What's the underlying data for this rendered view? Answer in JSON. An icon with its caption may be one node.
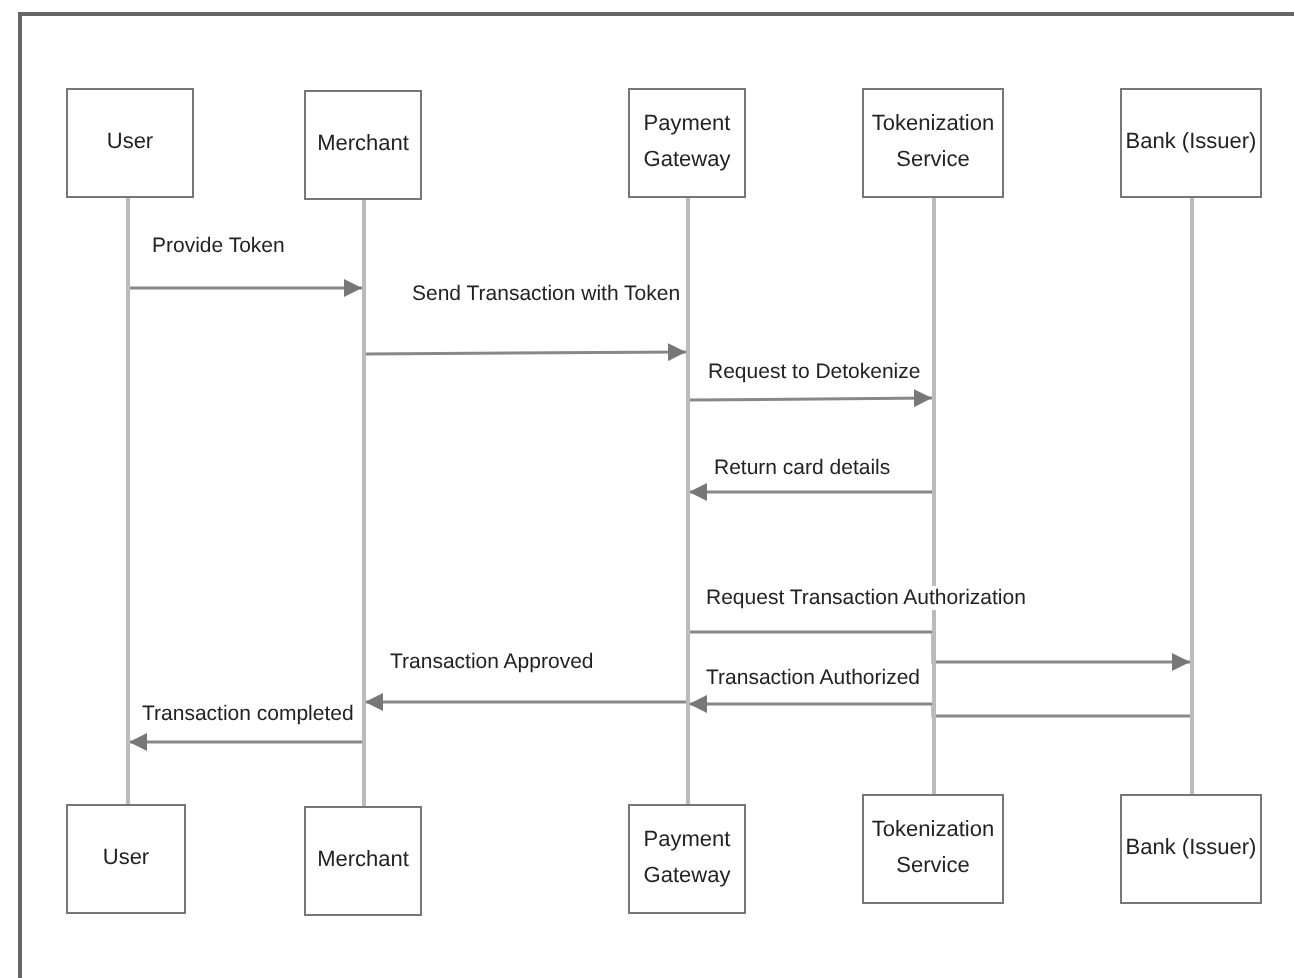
{
  "diagram": {
    "nodes": [
      {
        "text": [
          "User"
        ]
      },
      {
        "text": [
          "Merchant"
        ]
      },
      {
        "text": [
          "Payment Gateway"
        ]
      },
      {
        "text": [
          "Tokenization Service"
        ]
      },
      {
        "text": [
          "Bank (Issuer)"
        ]
      },
      {
        "text": [],
        "shape": "bar"
      },
      {
        "text": [],
        "shape": "bar"
      },
      {
        "text": [],
        "shape": "bar"
      },
      {
        "text": [],
        "shape": "bar"
      },
      {
        "text": [],
        "shape": "bar"
      },
      {
        "text": [
          "User"
        ]
      },
      {
        "text": [
          "Merchant"
        ]
      },
      {
        "text": [
          "Payment Gateway"
        ]
      },
      {
        "text": [
          "Tokenization Service"
        ]
      },
      {
        "text": [
          "Bank (Issuer)"
        ]
      }
    ],
    "edges": [
      {
        "from": 5,
        "to": 6,
        "arrow": "to",
        "label": "Provide Token"
      },
      {
        "from": 6,
        "to": 7,
        "arrow": "to",
        "label": "Send Transaction with Token"
      },
      {
        "from": 7,
        "to": 8,
        "arrow": "to",
        "label": "Request to Detokenize"
      },
      {
        "from": 8,
        "to": 7,
        "arrow": "to",
        "label": "Return card details"
      },
      {
        "from": 7,
        "to": 9,
        "arrow": "to",
        "label": "Request Transaction Authorization"
      },
      {
        "from": 9,
        "to": 7,
        "arrow": "to",
        "label": "Transaction Authorized"
      },
      {
        "from": 7,
        "to": 6,
        "arrow": "to",
        "label": "Transaction Approved"
      },
      {
        "from": 6,
        "to": 5,
        "arrow": "to",
        "label": "Transaction completed"
      }
    ]
  }
}
